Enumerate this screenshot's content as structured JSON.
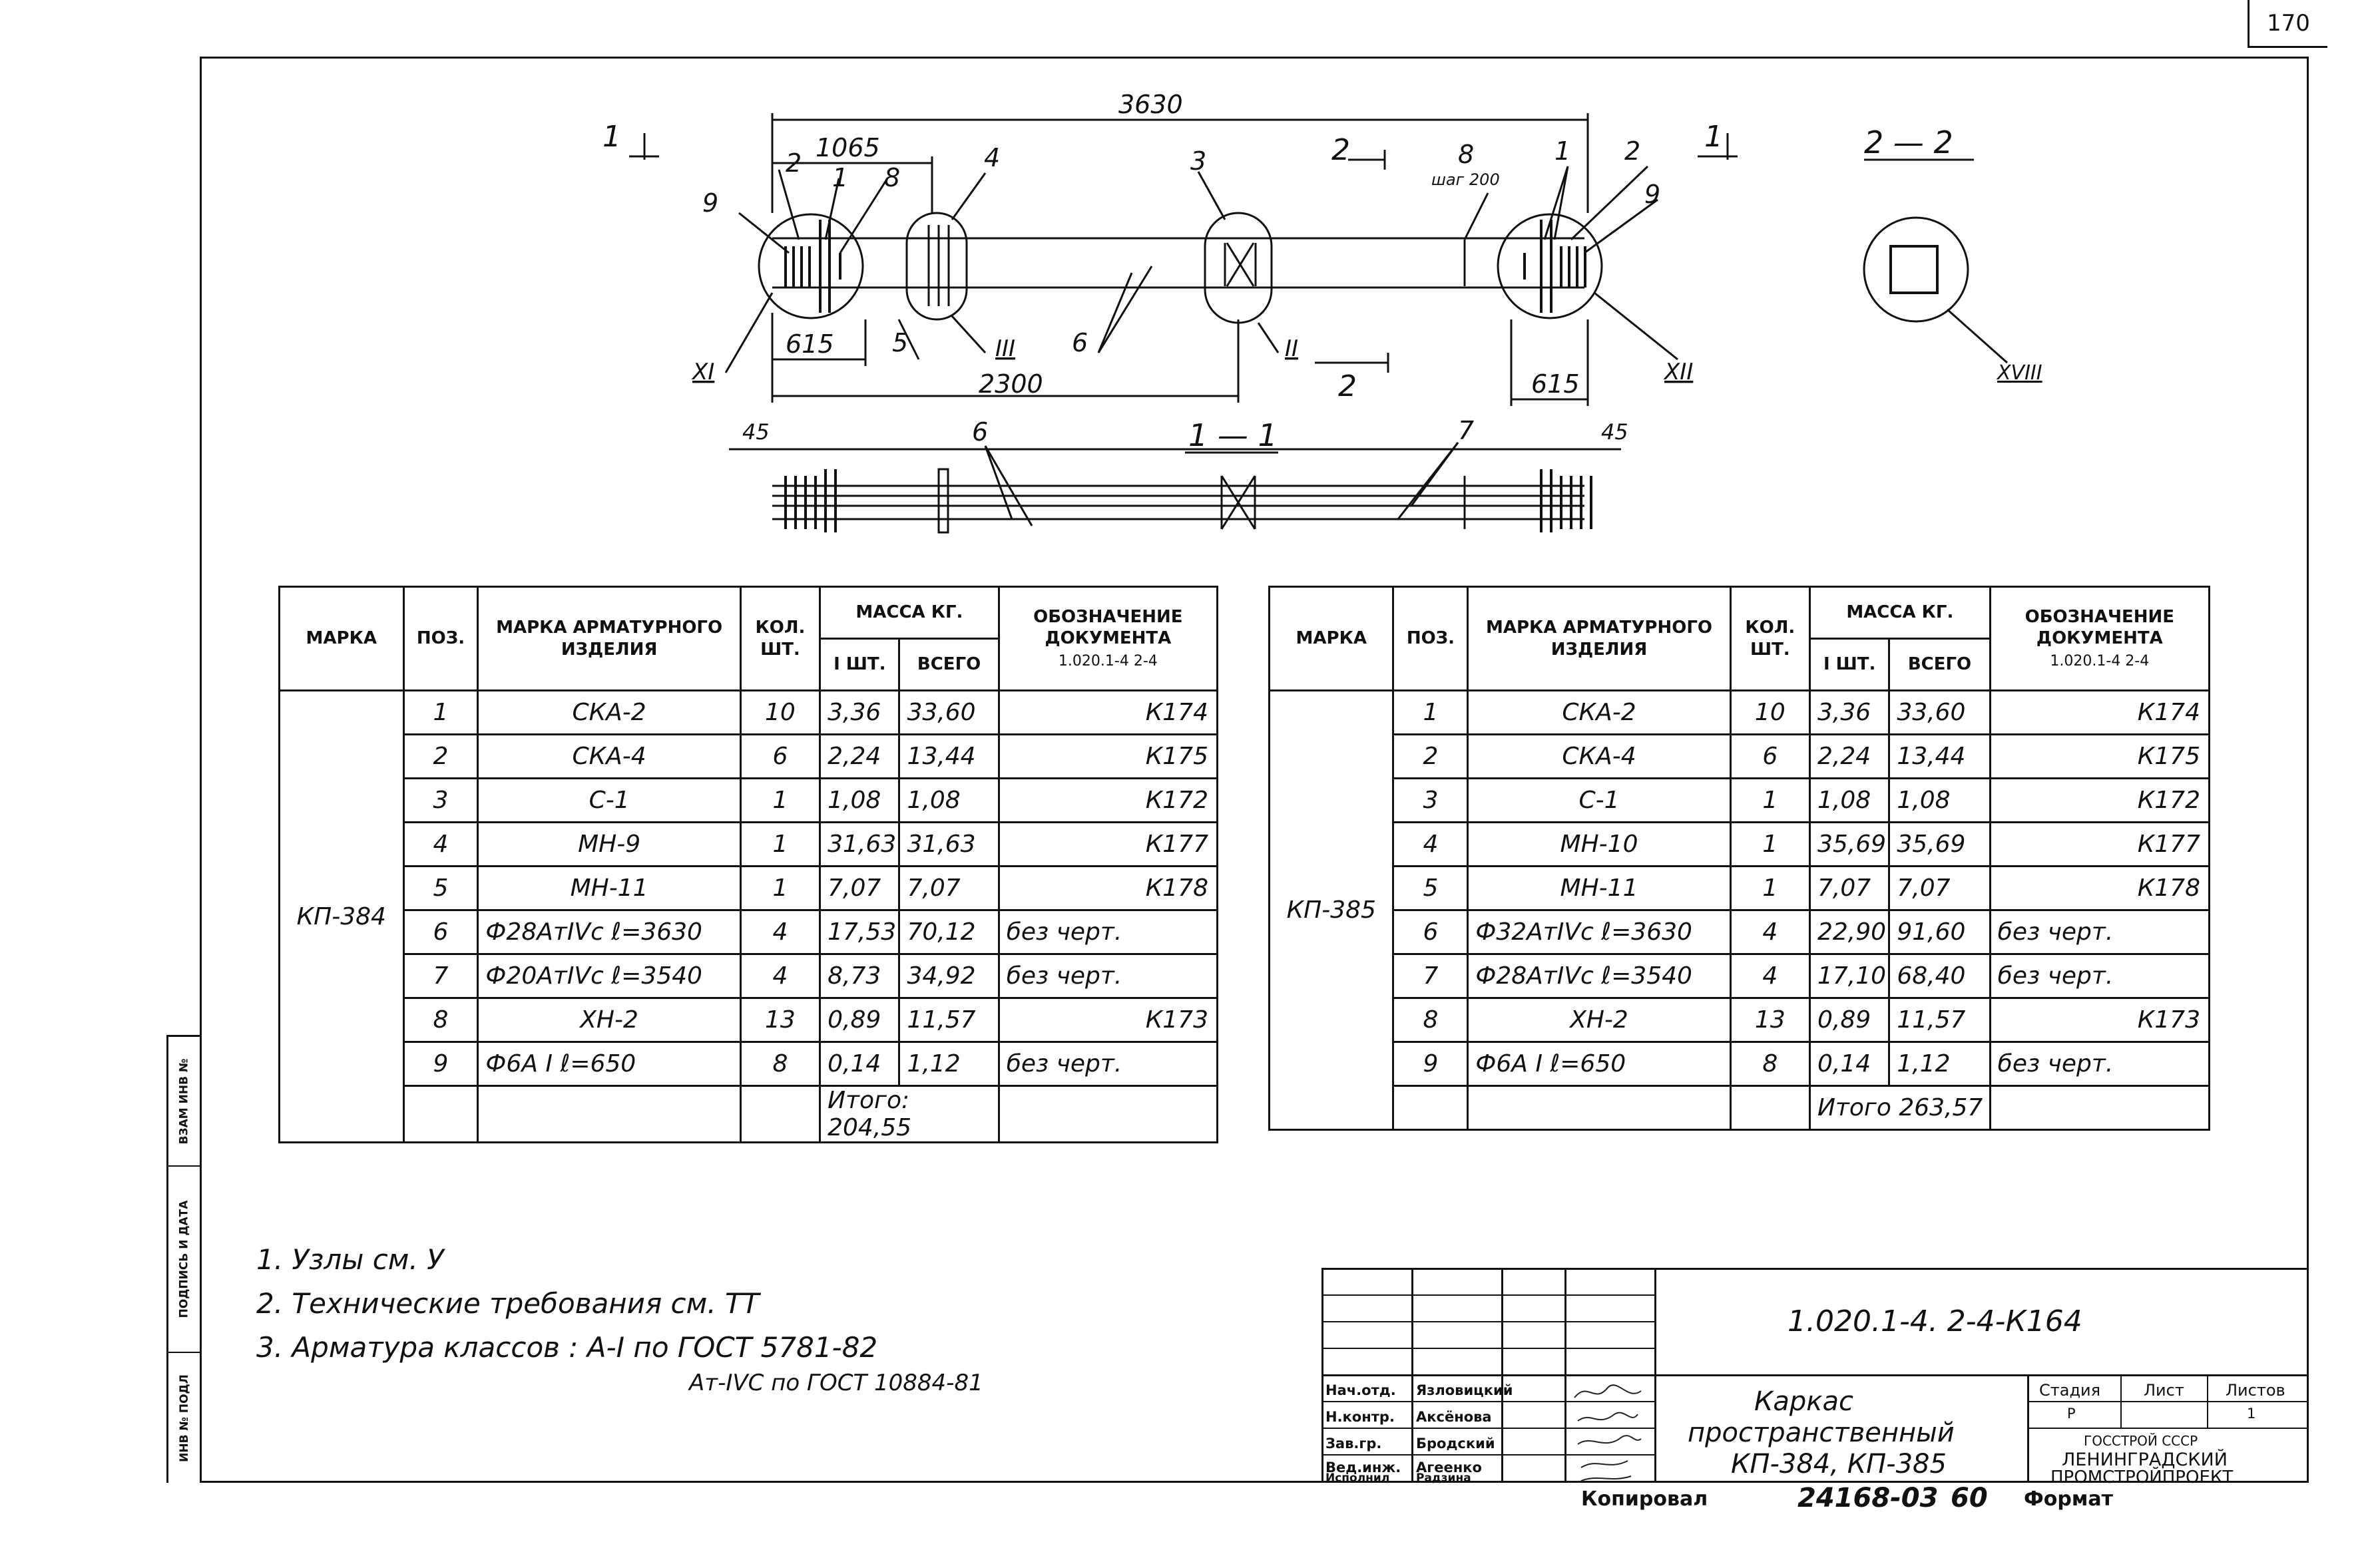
{
  "sheet": {
    "number": "170"
  },
  "drawing": {
    "dims": {
      "total": "3630",
      "left_a": "1065",
      "left_b": "615",
      "right_b": "615",
      "middle": "2300",
      "stirrup_label": "8",
      "stirrup_step": "шаг 200",
      "end_left": "45",
      "end_right": "45"
    },
    "positions": [
      "1",
      "2",
      "3",
      "4",
      "5",
      "6",
      "7",
      "8",
      "9"
    ],
    "nodes": [
      "XI",
      "III",
      "II",
      "XII",
      "XVIII"
    ],
    "sections": {
      "a": "1",
      "b": "2",
      "s11": "1 — 1",
      "s22": "2 — 2"
    }
  },
  "table_headers": {
    "mark": "МАРКА",
    "pos": "ПОЗ.",
    "item": "МАРКА АРМАТУРНОГО ИЗДЕЛИЯ",
    "qty": "КОЛ. ШТ.",
    "mass": "МАССА КГ.",
    "one": "I ШТ.",
    "total": "ВСЕГО",
    "doc": "ОБОЗНАЧЕНИЕ ДОКУМЕНТА",
    "doc_code": "1.020.1-4 2-4"
  },
  "table1": {
    "mark": "КП-384",
    "rows": [
      {
        "pos": "1",
        "item": "СКА-2",
        "qty": "10",
        "one": "3,36",
        "total": "33,60",
        "doc": "К174"
      },
      {
        "pos": "2",
        "item": "СКА-4",
        "qty": "6",
        "one": "2,24",
        "total": "13,44",
        "doc": "К175"
      },
      {
        "pos": "3",
        "item": "С-1",
        "qty": "1",
        "one": "1,08",
        "total": "1,08",
        "doc": "К172"
      },
      {
        "pos": "4",
        "item": "МН-9",
        "qty": "1",
        "one": "31,63",
        "total": "31,63",
        "doc": "К177"
      },
      {
        "pos": "5",
        "item": "МН-11",
        "qty": "1",
        "one": "7,07",
        "total": "7,07",
        "doc": "К178"
      },
      {
        "pos": "6",
        "item": "Ф28АтIVc ℓ=3630",
        "qty": "4",
        "one": "17,53",
        "total": "70,12",
        "doc": "без черт."
      },
      {
        "pos": "7",
        "item": "Ф20АтIVc ℓ=3540",
        "qty": "4",
        "one": "8,73",
        "total": "34,92",
        "doc": "без черт."
      },
      {
        "pos": "8",
        "item": "ХН-2",
        "qty": "13",
        "one": "0,89",
        "total": "11,57",
        "doc": "К173"
      },
      {
        "pos": "9",
        "item": "Ф6А I ℓ=650",
        "qty": "8",
        "one": "0,14",
        "total": "1,12",
        "doc": "без черт."
      }
    ],
    "total_label": "Итого:",
    "total_value": "204,55"
  },
  "table2": {
    "mark": "КП-385",
    "rows": [
      {
        "pos": "1",
        "item": "СКА-2",
        "qty": "10",
        "one": "3,36",
        "total": "33,60",
        "doc": "К174"
      },
      {
        "pos": "2",
        "item": "СКА-4",
        "qty": "6",
        "one": "2,24",
        "total": "13,44",
        "doc": "К175"
      },
      {
        "pos": "3",
        "item": "С-1",
        "qty": "1",
        "one": "1,08",
        "total": "1,08",
        "doc": "К172"
      },
      {
        "pos": "4",
        "item": "МН-10",
        "qty": "1",
        "one": "35,69",
        "total": "35,69",
        "doc": "К177"
      },
      {
        "pos": "5",
        "item": "МН-11",
        "qty": "1",
        "one": "7,07",
        "total": "7,07",
        "doc": "К178"
      },
      {
        "pos": "6",
        "item": "Ф32АтIVc ℓ=3630",
        "qty": "4",
        "one": "22,90",
        "total": "91,60",
        "doc": "без черт."
      },
      {
        "pos": "7",
        "item": "Ф28АтIVc ℓ=3540",
        "qty": "4",
        "one": "17,10",
        "total": "68,40",
        "doc": "без черт."
      },
      {
        "pos": "8",
        "item": "ХН-2",
        "qty": "13",
        "one": "0,89",
        "total": "11,57",
        "doc": "К173"
      },
      {
        "pos": "9",
        "item": "Ф6А I ℓ=650",
        "qty": "8",
        "one": "0,14",
        "total": "1,12",
        "doc": "без черт."
      }
    ],
    "total_label": "Итого",
    "total_value": "263,57"
  },
  "notes": [
    "1. Узлы см. У",
    "2. Технические требования см. ТТ",
    "3. Арматура классов  :  А-I   по ГОСТ 5781-82",
    "Ат-IVС   по ГОСТ 10884-81"
  ],
  "title_block": {
    "code": "1.020.1-4. 2-4-К164",
    "title_line1": "Каркас",
    "title_line2": "пространственный",
    "title_line3": "КП-384, КП-385",
    "roles": [
      "Нач.отд.",
      "Н.контр.",
      "Зав.гр.",
      "Вед.инж.",
      "Исполнил"
    ],
    "names": [
      "Язловицкий",
      "Аксёнова",
      "Бродский",
      "Агеенко",
      "Радзина"
    ],
    "stage_label": "Стадия",
    "sheet_label": "Лист",
    "sheets_label": "Листов",
    "stage": "Р",
    "sheets": "1",
    "org1": "ГОССТРОЙ СССР",
    "org2": "ЛЕНИНГРАДСКИЙ",
    "org3": "ПРОМСТРОЙПРОЕКТ"
  },
  "footer": {
    "copied": "Копировал",
    "number": "24168-03",
    "sheet": "60",
    "format": "Формат"
  },
  "side_strip": [
    "ВЗАМ ИНВ №",
    "ПОДПИСЬ И ДАТА",
    "ИНВ № ПОДЛ"
  ]
}
